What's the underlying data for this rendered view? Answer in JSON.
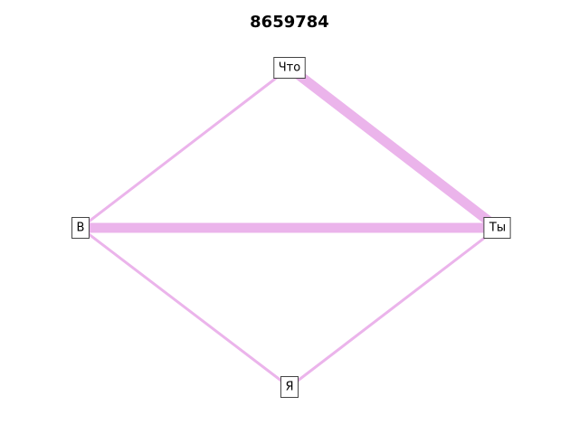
{
  "title": "8659784",
  "edge_color": "#ebb4eb",
  "nodes": [
    {
      "id": "chto",
      "label": "Что"
    },
    {
      "id": "v",
      "label": "В"
    },
    {
      "id": "ty",
      "label": "Ты"
    },
    {
      "id": "ya",
      "label": "Я"
    }
  ],
  "edges": [
    {
      "source": "chto",
      "target": "v",
      "weight": 1
    },
    {
      "source": "chto",
      "target": "ty",
      "weight": 4
    },
    {
      "source": "v",
      "target": "ty",
      "weight": 4
    },
    {
      "source": "v",
      "target": "ya",
      "weight": 1
    },
    {
      "source": "ty",
      "target": "ya",
      "weight": 1
    }
  ]
}
